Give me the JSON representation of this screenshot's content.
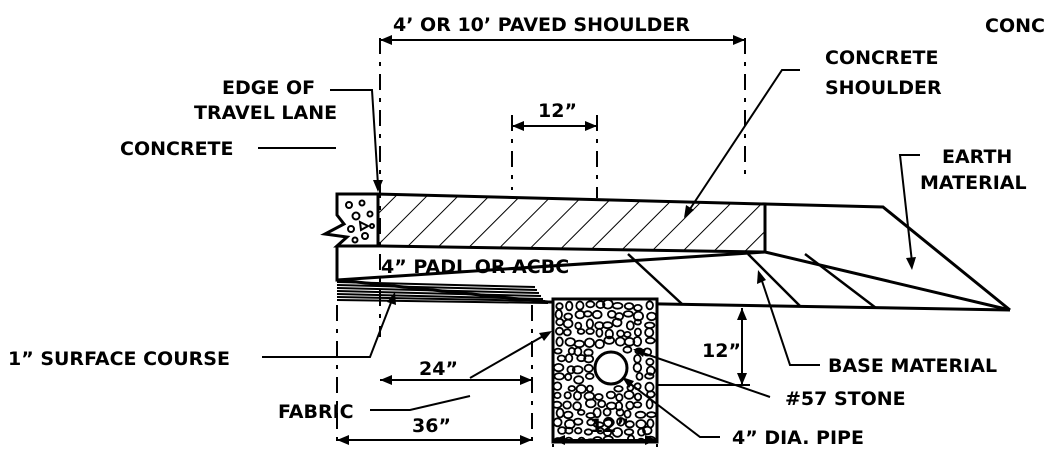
{
  "labels": {
    "conc_top": "CONC",
    "paved_shoulder": "4’ OR 10’ PAVED  SHOULDER",
    "concrete_shoulder_1": "CONCRETE",
    "concrete_shoulder_2": "SHOULDER",
    "edge_1": "EDGE OF",
    "edge_2": "TRAVEL LANE",
    "concrete": "CONCRETE",
    "dim_12_top": "12”",
    "earth_1": "EARTH",
    "earth_2": "MATERIAL",
    "padl": "4” PADL OR ACBC",
    "dim_12_right": "12”",
    "surface_course": "1” SURFACE COURSE",
    "dim_24": "24”",
    "base_material": "BASE MATERIAL",
    "stone": "#57  STONE",
    "fabric": "FABRIC",
    "dim_36": "36”",
    "dim_12_bottom": "12”",
    "pipe": "4” DIA. PIPE"
  }
}
